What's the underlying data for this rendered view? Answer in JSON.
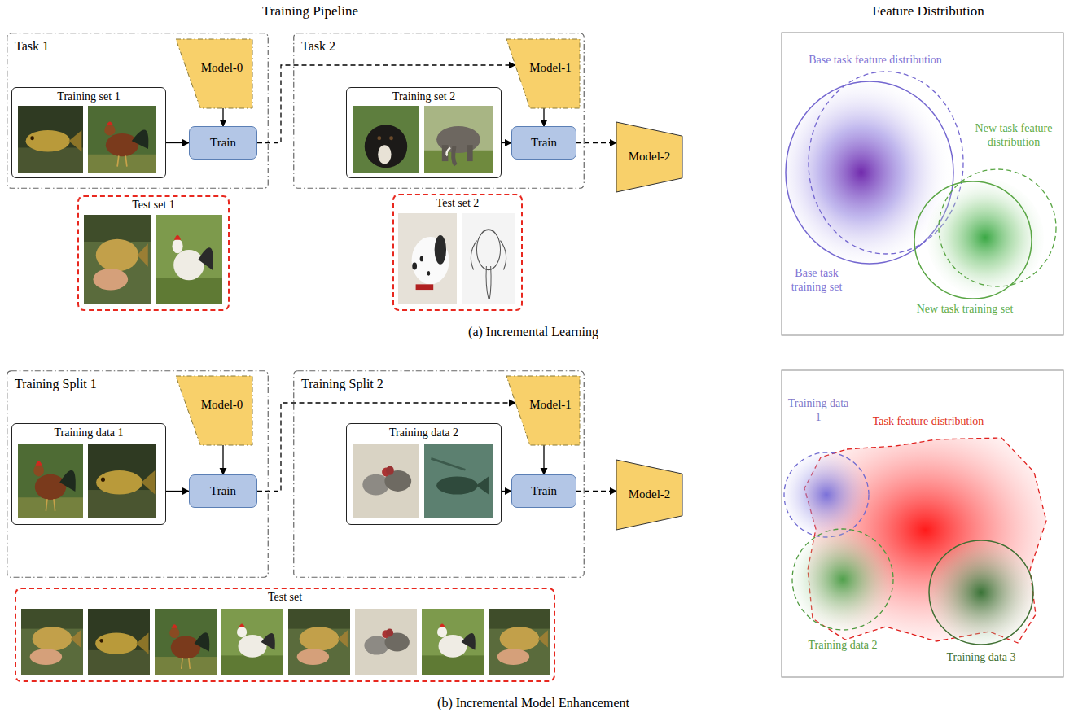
{
  "diagram": {
    "nodes": [
      {
        "text": [
          "Task 1"
        ]
      },
      {
        "text": [
          "Model-0"
        ],
        "in": 0
      },
      {
        "text": [
          "Training set 1"
        ],
        "in": 0
      },
      {
        "text": [
          "Train"
        ],
        "in": 0
      },
      {
        "text": [
          "Test set 1"
        ]
      },
      {
        "text": [
          "Task 2"
        ]
      },
      {
        "text": [
          "Model-1"
        ],
        "in": 5
      },
      {
        "text": [
          "Training set 2"
        ],
        "in": 5
      },
      {
        "text": [
          "Train"
        ],
        "in": 5
      },
      {
        "text": [
          "Model-2"
        ]
      },
      {
        "text": [
          "Test set 2"
        ]
      },
      {
        "text": [
          "Training Split 1"
        ]
      },
      {
        "text": [
          "Model-0"
        ],
        "in": 11
      },
      {
        "text": [
          "Training data 1"
        ],
        "in": 11
      },
      {
        "text": [
          "Train"
        ],
        "in": 11
      },
      {
        "text": [
          "Training Split 2"
        ]
      },
      {
        "text": [
          "Model-1"
        ],
        "in": 15
      },
      {
        "text": [
          "Training data 2"
        ],
        "in": 15
      },
      {
        "text": [
          "Train"
        ],
        "in": 15
      },
      {
        "text": [
          "Model-2"
        ]
      },
      {
        "text": [
          "Test set"
        ]
      }
    ],
    "edges": [
      {
        "from": 1,
        "to": 3,
        "arrow": "to"
      },
      {
        "from": 2,
        "to": 3,
        "arrow": "to"
      },
      {
        "from": 3,
        "to": 6,
        "arrow": "to"
      },
      {
        "from": 6,
        "to": 8,
        "arrow": "to"
      },
      {
        "from": 7,
        "to": 8,
        "arrow": "to"
      },
      {
        "from": 8,
        "to": 9,
        "arrow": "to"
      },
      {
        "from": 12,
        "to": 14,
        "arrow": "to"
      },
      {
        "from": 13,
        "to": 14,
        "arrow": "to"
      },
      {
        "from": 14,
        "to": 16,
        "arrow": "to"
      },
      {
        "from": 16,
        "to": 18,
        "arrow": "to"
      },
      {
        "from": 17,
        "to": 18,
        "arrow": "to"
      },
      {
        "from": 18,
        "to": 19,
        "arrow": "to"
      }
    ],
    "labels": [
      "Training Pipeline",
      "Feature Distribution",
      "Base task feature distribution",
      "New task feature distribution",
      "Base task training set",
      "New task training set",
      "(a) Incremental Learning",
      "Training data 1",
      "Task feature distribution",
      "Training data 2",
      "Training data 3",
      "(b) Incremental Model Enhancement"
    ]
  }
}
